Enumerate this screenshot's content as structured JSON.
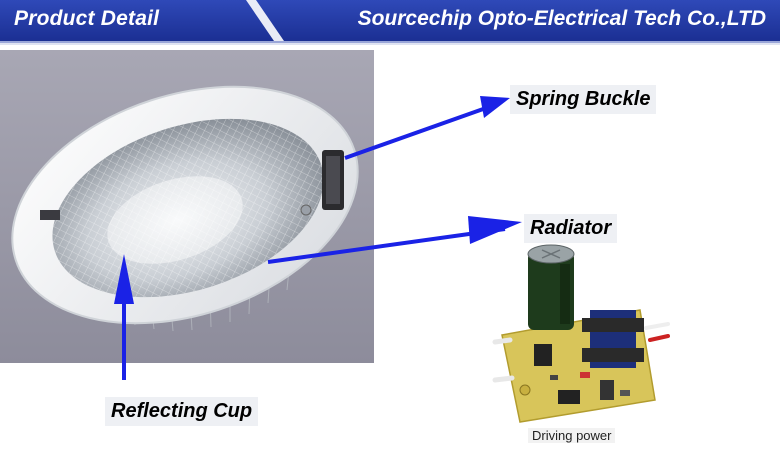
{
  "header": {
    "left_title": "Product Detail",
    "right_title": "Sourcechip Opto-Electrical Tech Co.,LTD"
  },
  "callouts": {
    "spring_buckle": "Spring Buckle",
    "radiator": "Radiator",
    "reflecting_cup": "Reflecting Cup"
  },
  "driver": {
    "caption": "Driving power"
  },
  "colors": {
    "banner": "#1b2f93",
    "arrow": "#1a22e6"
  }
}
